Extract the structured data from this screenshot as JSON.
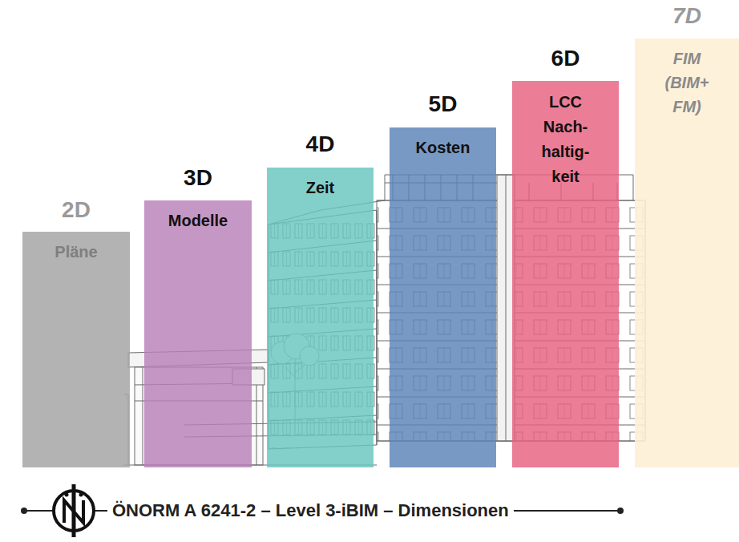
{
  "diagram": {
    "caption": "ÖNORM A 6241-2 – Level 3-iBIM – Dimensionen",
    "nodes": [
      {
        "text": [
          "2D",
          "Pläne"
        ]
      },
      {
        "text": [
          "3D",
          "Modelle"
        ]
      },
      {
        "text": [
          "4D",
          "Zeit"
        ]
      },
      {
        "text": [
          "5D",
          "Kosten"
        ]
      },
      {
        "text": [
          "6D",
          "LCC Nach- haltig- keit"
        ]
      },
      {
        "text": [
          "7D",
          "FIM (BIM+ FM)"
        ]
      }
    ]
  }
}
